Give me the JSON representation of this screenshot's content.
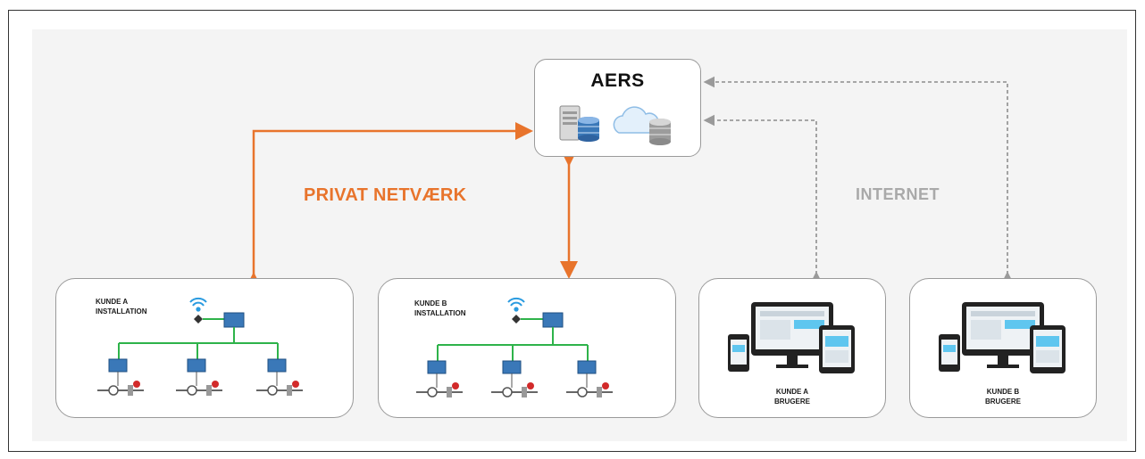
{
  "diagram": {
    "server": {
      "title": "AERS",
      "icons": [
        "server-database-icon",
        "cloud-database-icon"
      ]
    },
    "network_labels": {
      "private": "PRIVAT NETVÆRK",
      "internet": "INTERNET"
    },
    "installations": [
      {
        "label": "KUNDE A\nINSTALLATION"
      },
      {
        "label": "KUNDE B\nINSTALLATION"
      }
    ],
    "users": [
      {
        "label": "KUNDE A\nBRUGERE"
      },
      {
        "label": "KUNDE B\nBRUGERE"
      }
    ],
    "colors": {
      "private_link": "#e8742c",
      "internet_link": "#9a9a9a",
      "bus_line": "#2eb34a",
      "device_blue": "#3a78b8",
      "valve_red": "#d22a2a",
      "wifi": "#2a9be0"
    }
  }
}
